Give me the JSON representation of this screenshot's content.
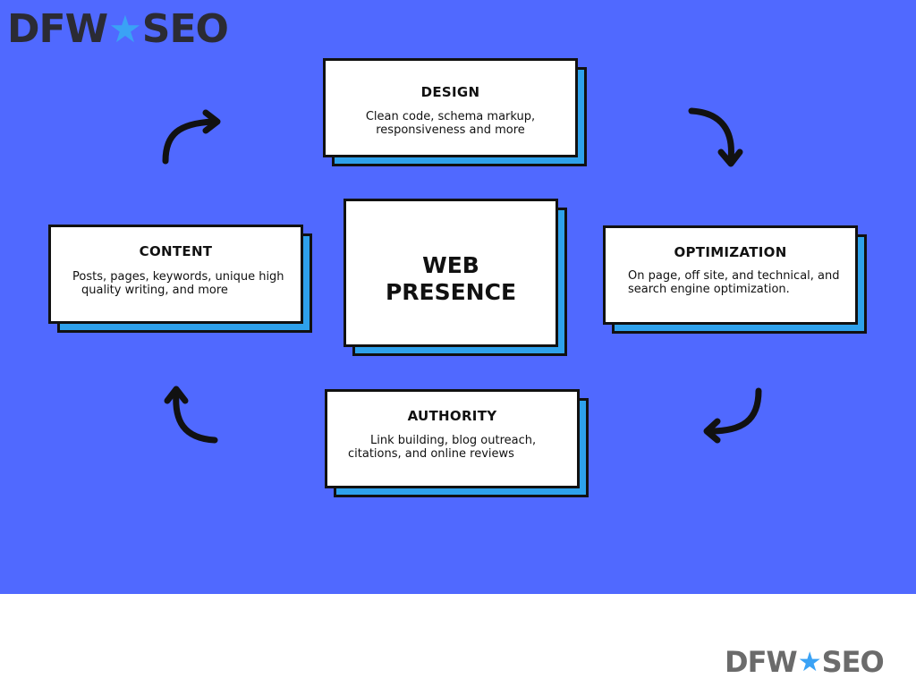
{
  "logo": {
    "left": "DFW",
    "star": "★",
    "right": "SEO"
  },
  "colors": {
    "background": "#5069ff",
    "card_fill": "#ffffff",
    "card_shadow": "#2ea1ec",
    "outline": "#111111",
    "logo_star": "#3aa2f5"
  },
  "center": {
    "line1": "WEB",
    "line2": "PRESENCE"
  },
  "cards": {
    "design": {
      "title": "DESIGN",
      "line1": "Clean code, schema markup,",
      "line2": "responsiveness and more"
    },
    "optimization": {
      "title": "OPTIMIZATION",
      "line1": "On page, off site, and technical, and",
      "line2": "search engine optimization."
    },
    "authority": {
      "title": "AUTHORITY",
      "line1": "Link building, blog outreach,",
      "line2": "citations, and online reviews"
    },
    "content": {
      "title": "CONTENT",
      "line1": "Posts, pages, keywords, unique high",
      "line2": "quality writing, and more"
    }
  },
  "arrows": [
    "clockwise-arrow-icon",
    "clockwise-arrow-icon",
    "clockwise-arrow-icon",
    "clockwise-arrow-icon"
  ]
}
